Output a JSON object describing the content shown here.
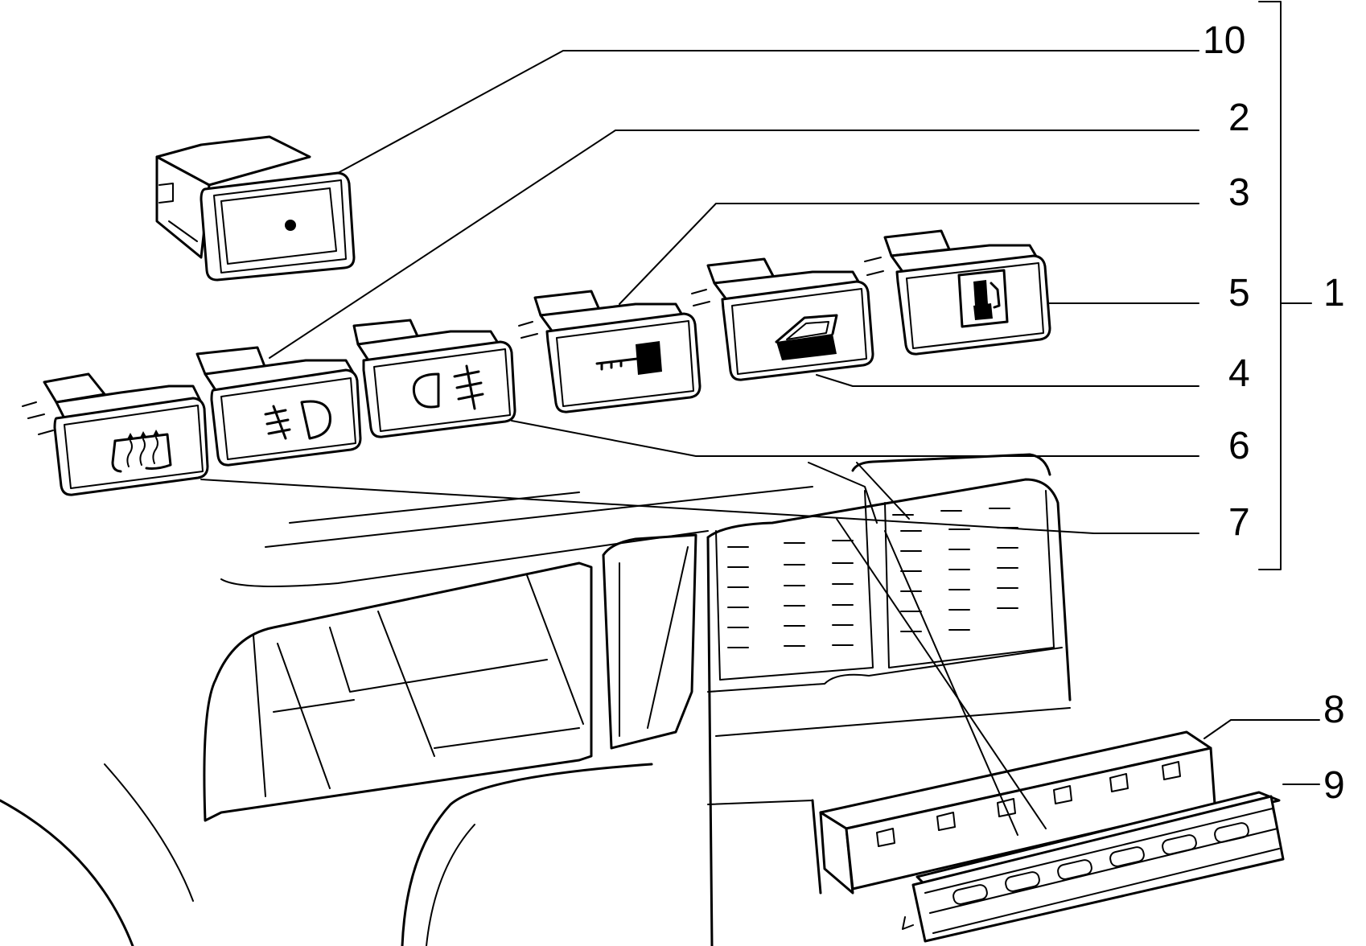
{
  "callouts": {
    "c1": "1",
    "c2": "2",
    "c3": "3",
    "c4": "4",
    "c5": "5",
    "c6": "6",
    "c7": "7",
    "c8": "8",
    "c9": "9",
    "c10": "10"
  },
  "parts": [
    {
      "ref": "10",
      "icon": "blank-indicator-dot-icon"
    },
    {
      "ref": "2",
      "icon": "rear-fog-light-icon"
    },
    {
      "ref": "3",
      "icon": "key-icon"
    },
    {
      "ref": "4",
      "icon": "car-window-icon"
    },
    {
      "ref": "5",
      "icon": "fuel-pump-icon"
    },
    {
      "ref": "6",
      "icon": "front-fog-light-icon"
    },
    {
      "ref": "7",
      "icon": "rear-window-defrost-icon"
    },
    {
      "ref": "8",
      "icon": "switch-frame"
    },
    {
      "ref": "9",
      "icon": "switch-bezel"
    }
  ],
  "colors": {
    "ink": "#000000",
    "paper": "#ffffff"
  }
}
